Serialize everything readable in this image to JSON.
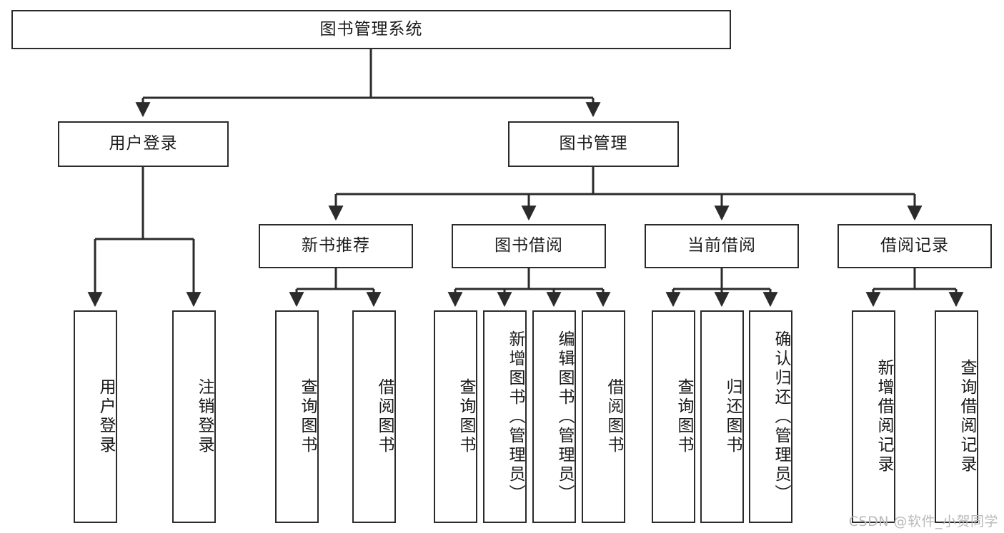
{
  "diagram": {
    "type": "tree-hierarchy",
    "title": "图书管理系统",
    "root": {
      "id": "root",
      "label": "图书管理系统"
    },
    "level2": [
      {
        "id": "user-login",
        "label": "用户登录"
      },
      {
        "id": "book-manage",
        "label": "图书管理"
      }
    ],
    "level3": [
      {
        "id": "new-book-rec",
        "label": "新书推荐",
        "parent": "book-manage"
      },
      {
        "id": "book-borrow",
        "label": "图书借阅",
        "parent": "book-manage"
      },
      {
        "id": "current-borrow",
        "label": "当前借阅",
        "parent": "book-manage"
      },
      {
        "id": "borrow-record",
        "label": "借阅记录",
        "parent": "book-manage"
      }
    ],
    "leaves": [
      {
        "id": "leaf-user-login",
        "label": "用户登录",
        "parent": "user-login"
      },
      {
        "id": "leaf-user-logout",
        "label": "注销登录",
        "parent": "user-login"
      },
      {
        "id": "leaf-query-book-1",
        "label": "查询图书",
        "parent": "new-book-rec"
      },
      {
        "id": "leaf-borrow-book-1",
        "label": "借阅图书",
        "parent": "new-book-rec"
      },
      {
        "id": "leaf-query-book-2",
        "label": "查询图书",
        "parent": "book-borrow"
      },
      {
        "id": "leaf-add-book",
        "label": "新增图书（管理员）",
        "parent": "book-borrow"
      },
      {
        "id": "leaf-edit-book",
        "label": "编辑图书（管理员）",
        "parent": "book-borrow"
      },
      {
        "id": "leaf-borrow-book-2",
        "label": "借阅图书",
        "parent": "book-borrow"
      },
      {
        "id": "leaf-query-book-3",
        "label": "查询图书",
        "parent": "current-borrow"
      },
      {
        "id": "leaf-return-book",
        "label": "归还图书",
        "parent": "current-borrow"
      },
      {
        "id": "leaf-confirm-return",
        "label": "确认归还（管理员）",
        "parent": "current-borrow"
      },
      {
        "id": "leaf-add-record",
        "label": "新增借阅记录",
        "parent": "borrow-record"
      },
      {
        "id": "leaf-query-record",
        "label": "查询借阅记录",
        "parent": "borrow-record"
      }
    ],
    "colors": {
      "stroke": "#2b2b2b",
      "fill": "#ffffff",
      "text": "#1a1a1a",
      "watermark": "#b9b9b9"
    }
  },
  "watermark": {
    "text": "CSDN @软件_小贺同学"
  }
}
